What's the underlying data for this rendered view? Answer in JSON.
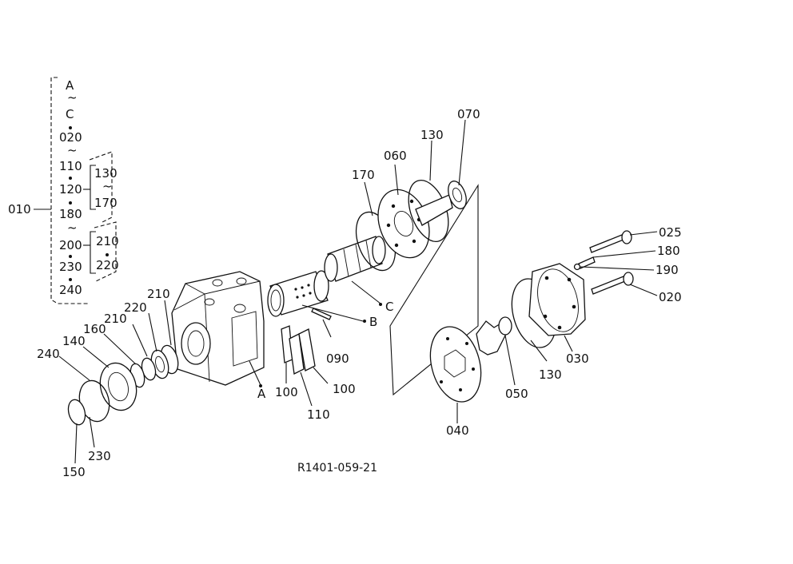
{
  "diagram": {
    "drawing_code": "R1401-059-21",
    "assembly_tree": {
      "root": "010",
      "main_column": [
        "A",
        "~",
        "C",
        "020",
        "~",
        "110",
        "120",
        "180",
        "~",
        "200",
        "230",
        "240"
      ],
      "sub_group_1": [
        "130",
        "~",
        "170"
      ],
      "sub_group_2": [
        "210",
        "220"
      ]
    },
    "callouts": {
      "p070": "070",
      "p130_top": "130",
      "p060": "060",
      "p170": "170",
      "p025": "025",
      "p180": "180",
      "p190": "190",
      "p020": "020",
      "p210_a": "210",
      "p220": "220",
      "p210_b": "210",
      "p160": "160",
      "p140": "140",
      "p240": "240",
      "pB": "B",
      "pC": "C",
      "p090": "090",
      "pA": "A",
      "p100_a": "100",
      "p100_b": "100",
      "p110": "110",
      "p230": "230",
      "p150": "150",
      "p130_right": "130",
      "p030": "030",
      "p050": "050",
      "p040": "040"
    }
  }
}
